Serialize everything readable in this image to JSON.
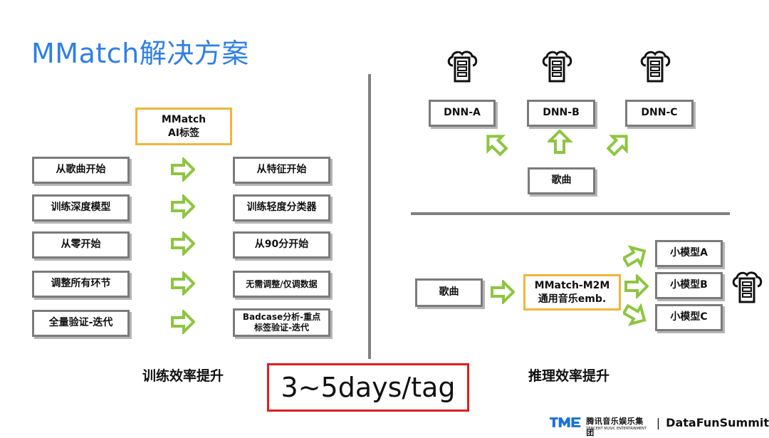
{
  "title": "MMatch解决方案",
  "left": {
    "header": {
      "line1": "MMatch",
      "line2": "AI标签"
    },
    "rows": [
      {
        "from": "从歌曲开始",
        "to": "从特征开始"
      },
      {
        "from": "训练深度模型",
        "to": "训练轻度分类器"
      },
      {
        "from": "从零开始",
        "to": "从90分开始"
      },
      {
        "from": "调整所有环节",
        "to": "无需调整/仅调数据"
      },
      {
        "from": "全量验证-迭代",
        "to_line1": "Badcase分析-重点",
        "to_line2": "标签验证-迭代"
      }
    ],
    "caption": "训练效率提升"
  },
  "highlight": "3~5days/tag",
  "right_top": {
    "dnn": [
      "DNN-A",
      "DNN-B",
      "DNN-C"
    ],
    "input": "歌曲"
  },
  "right_bottom": {
    "input": "歌曲",
    "model_line1": "MMatch-M2M",
    "model_line2": "通用音乐emb.",
    "small_models": [
      "小模型A",
      "小模型B",
      "小模型C"
    ],
    "caption": "推理效率提升"
  },
  "footer": {
    "brand_cn": "腾讯音乐娱乐集团",
    "brand_en": "TENCENT MUSIC ENTERTAINMENT",
    "separator": "|",
    "summit": "DataFunSummit"
  },
  "colors": {
    "title": "#2f7fe6",
    "arrow": "#8cc63f",
    "highlight_border": "#e01e1e",
    "header_border": "#f2b43a",
    "box_border": "#7b7b7b"
  }
}
